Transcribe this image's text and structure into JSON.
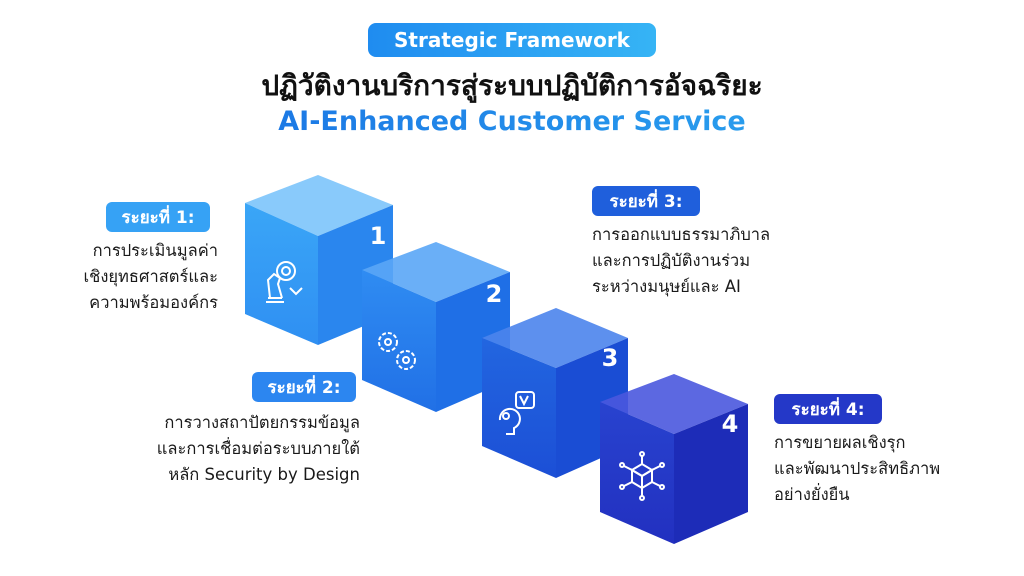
{
  "header": {
    "badge": "Strategic Framework",
    "title_th": "ปฏิวัติงานบริการสู่ระบบปฏิบัติการอัจฉริยะ",
    "title_en": "AI-Enhanced Customer Service"
  },
  "phases": [
    {
      "number": "1",
      "label": "ระยะที่ 1:",
      "lines": [
        "การประเมินมูลค่า",
        "เชิงยุทธศาสตร์และ",
        "ความพร้อมองค์กร"
      ],
      "icon": "chess-knight-gear-icon",
      "color": "#36a2f5"
    },
    {
      "number": "2",
      "label": "ระยะที่ 2:",
      "lines": [
        "การวางสถาปัตยกรรมข้อมูล",
        "และการเชื่อมต่อระบบภายใต้",
        "หลัก Security by Design"
      ],
      "icon": "gears-icon",
      "color": "#2c86f0"
    },
    {
      "number": "3",
      "label": "ระยะที่ 3:",
      "lines": [
        "การออกแบบธรรมาภิบาล",
        "และการปฏิบัติงานร่วม",
        "ระหว่างมนุษย์และ AI"
      ],
      "icon": "human-ai-icon",
      "color": "#1f5fdc"
    },
    {
      "number": "4",
      "label": "ระยะที่ 4:",
      "lines": [
        "การขยายผลเชิงรุก",
        "และพัฒนาประสิทธิภาพ",
        "อย่างยั่งยืน"
      ],
      "icon": "network-cube-icon",
      "color": "#2438c8"
    }
  ]
}
